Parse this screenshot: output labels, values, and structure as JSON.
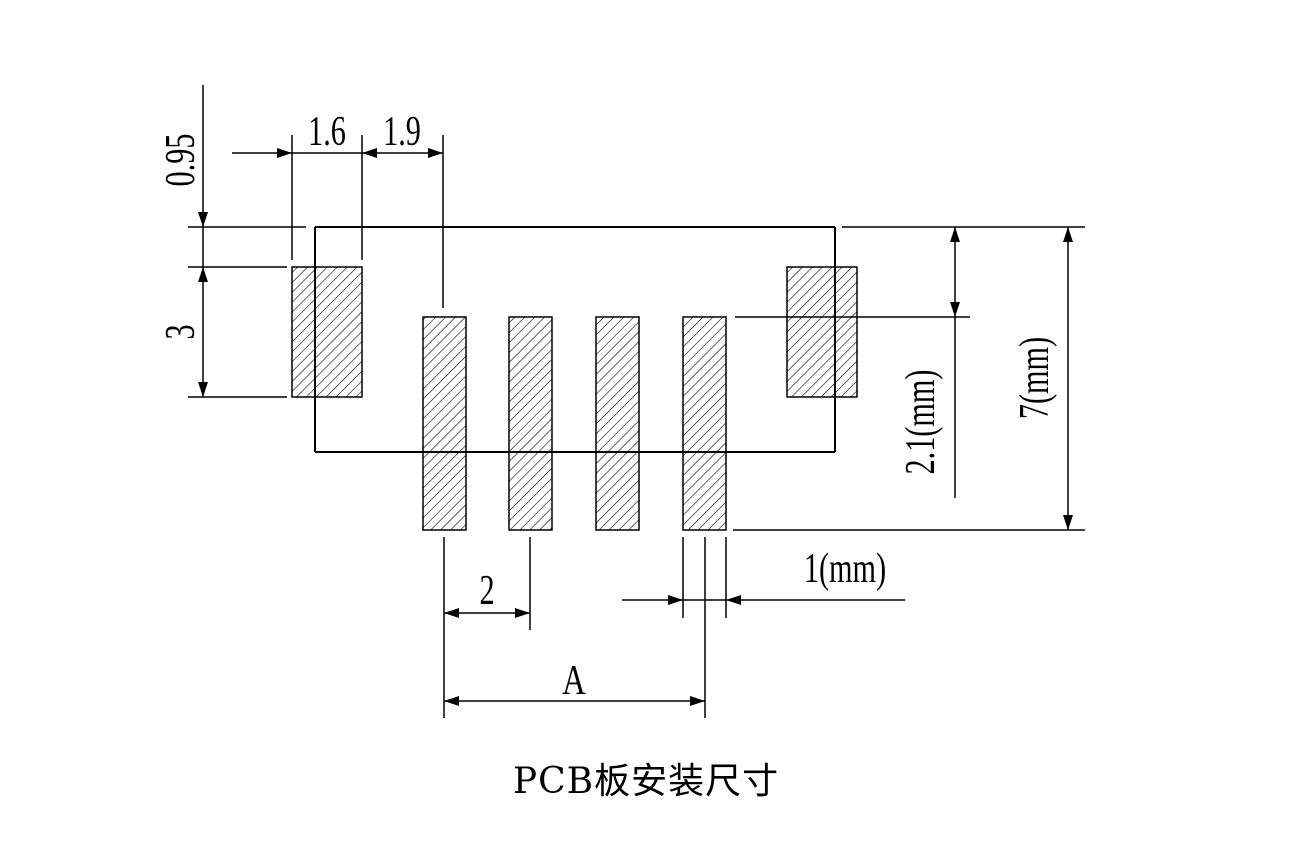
{
  "dimensions": {
    "top_gap": "0.95",
    "side_pad_width": "1.6",
    "side_pad_offset": "1.9",
    "side_pad_height": "3",
    "pin_pitch": "2",
    "pin_width": "1(mm)",
    "total_span": "A",
    "body_height": "2.1(mm)",
    "total_height": "7(mm)"
  },
  "caption": "PCB板安装尺寸"
}
